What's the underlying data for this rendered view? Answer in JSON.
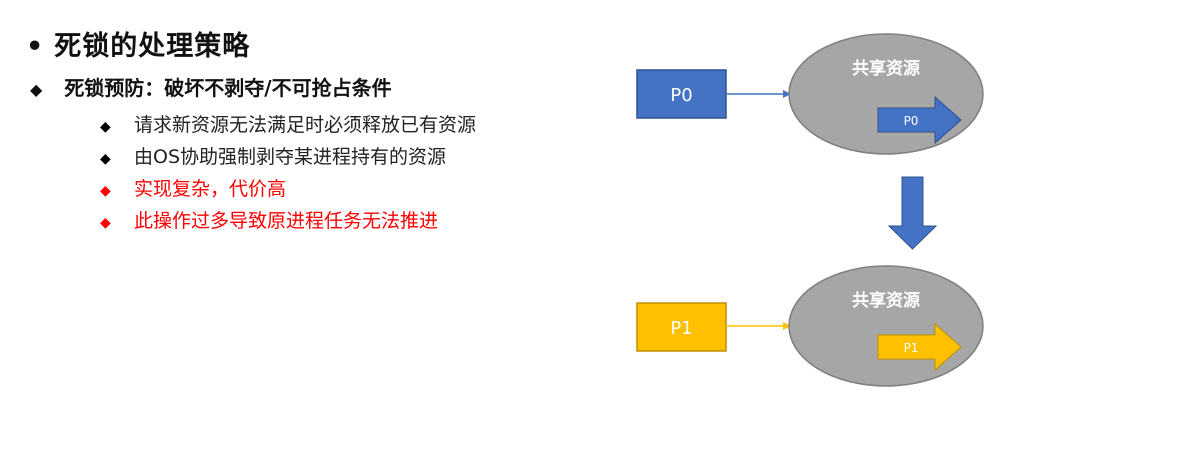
{
  "title": "死锁的处理策略",
  "subheading": "死锁预防：破坏不剥夺/不可抢占条件",
  "bullets": [
    {
      "text": "请求新资源无法满足时必须释放已有资源",
      "color": "#222222"
    },
    {
      "text": "由OS协助强制剥夺某进程持有的资源",
      "color": "#222222"
    },
    {
      "text": "实现复杂，代价高",
      "color": "#ff0000"
    },
    {
      "text": "此操作过多导致原进程任务无法推进",
      "color": "#ff0000"
    }
  ],
  "diagram": {
    "top": {
      "process_label": "P0",
      "resource_label": "共享资源",
      "holder_label": "P0",
      "color": "#4472c4"
    },
    "bottom": {
      "process_label": "P1",
      "resource_label": "共享资源",
      "holder_label": "P1",
      "color": "#ffc000"
    },
    "ellipse_color": "#a6a6a6",
    "transition_arrow_color": "#4472c4"
  }
}
